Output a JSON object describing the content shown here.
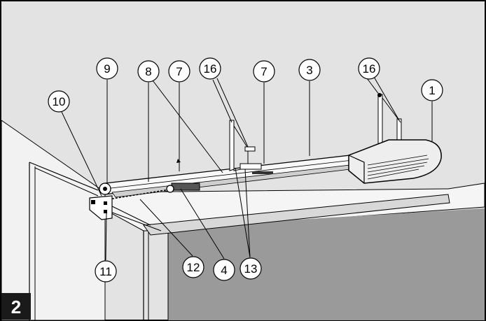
{
  "figure": {
    "number": "2"
  },
  "callouts": [
    {
      "id": "c9",
      "label": "9"
    },
    {
      "id": "c8",
      "label": "8"
    },
    {
      "id": "c7a",
      "label": "7"
    },
    {
      "id": "c16a",
      "label": "16"
    },
    {
      "id": "c7b",
      "label": "7"
    },
    {
      "id": "c3",
      "label": "3"
    },
    {
      "id": "c16b",
      "label": "16"
    },
    {
      "id": "c1",
      "label": "1"
    },
    {
      "id": "c10",
      "label": "10"
    },
    {
      "id": "c11",
      "label": "11"
    },
    {
      "id": "c12",
      "label": "12"
    },
    {
      "id": "c4",
      "label": "4"
    },
    {
      "id": "c13",
      "label": "13"
    }
  ],
  "colors": {
    "ceiling": "#e3e3e3",
    "back_wall": "#9a9a9a",
    "wall_light": "#f0f0f0",
    "line": "#000000",
    "figure_badge": "#1a1a1a"
  }
}
